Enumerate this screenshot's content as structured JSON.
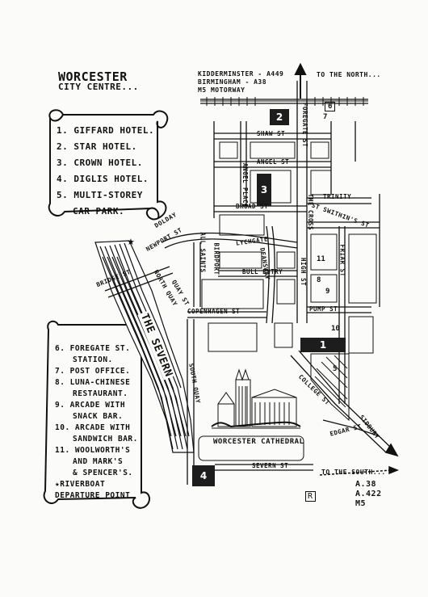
{
  "title": "WORCESTER",
  "subtitle": "CITY CENTRE...",
  "legend_hotels": [
    "1. GIFFARD HOTEL.",
    "2. STAR HOTEL.",
    "3. CROWN HOTEL.",
    "4. DIGLIS HOTEL.",
    "5. MULTI-STOREY",
    "CAR PARK."
  ],
  "legend_places": [
    "6. FOREGATE ST.",
    "STATION.",
    "7. POST OFFICE.",
    "8. LUNA-CHINESE",
    "RESTAURANT.",
    "9. ARCADE WITH",
    "SNACK BAR.",
    "10. ARCADE WITH",
    "SANDWICH BAR.",
    "11. WOOLWORTH'S",
    "AND MARK'S",
    "& SPENCER'S.",
    "★RIVERBOAT",
    "DEPARTURE POINT"
  ],
  "north_routes": [
    "KIDDERMINSTER - A449",
    "BIRMINGHAM - A38",
    "M5 MOTORWAY"
  ],
  "to_north": "TO THE NORTH...",
  "to_south": "TO THE SOUTH...",
  "south_roads": [
    "A.38",
    "A.422",
    "M5"
  ],
  "river_label": "THE SEVERN",
  "cathedral_label": "WORCESTER CATHEDRAL",
  "markers": [
    "1",
    "2",
    "3",
    "4",
    "5",
    "6",
    "7",
    "8",
    "9",
    "10",
    "11"
  ],
  "streets": {
    "foregate": "FOREGATE ST",
    "shaw": "SHAW ST",
    "angel_place": "ANGEL PLACE",
    "angel_st": "ANGEL ST",
    "broad": "BROAD ST",
    "the_cross": "THE CROSS",
    "st_swithins": "ST SWITHIN'S ST",
    "trinity": "TRINITY",
    "lychgate": "LYCHGATE",
    "deansway": "DEANSWAY",
    "bull_entry": "BULL ENTRY",
    "high": "HIGH ST",
    "pump": "PUMP ST",
    "friar": "FRIAR ST",
    "copenhagen": "COPENHAGEN ST",
    "college": "COLLEGE ST",
    "sidbury": "SIDBURY",
    "edgar": "EDGAR ST",
    "severn": "SEVERN ST",
    "newport": "NEWPORT ST",
    "bridge": "BRIDGE ST",
    "quay": "QUAY ST",
    "north_quay": "NORTH QUAY",
    "south_quay": "SOUTH QUAY",
    "dolday": "DOLDAY",
    "all_saints": "ALL SAINTS",
    "birdport": "BIRDPORT"
  },
  "artist_mark": "R"
}
